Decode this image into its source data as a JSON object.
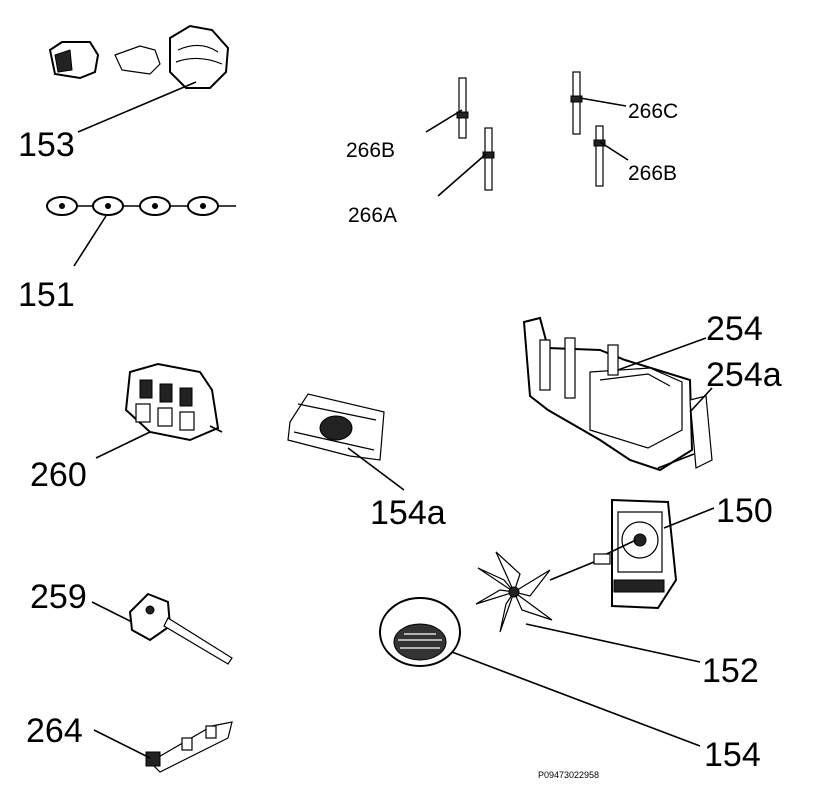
{
  "labels": {
    "p153": "153",
    "p151": "151",
    "p260": "260",
    "p259": "259",
    "p264": "264",
    "p266b_left": "266B",
    "p266a": "266A",
    "p266c": "266C",
    "p266b_right": "266B",
    "p254": "254",
    "p254a": "254a",
    "p154a": "154a",
    "p150": "150",
    "p152": "152",
    "p154": "154"
  },
  "footer": {
    "code": "P09473022958"
  }
}
